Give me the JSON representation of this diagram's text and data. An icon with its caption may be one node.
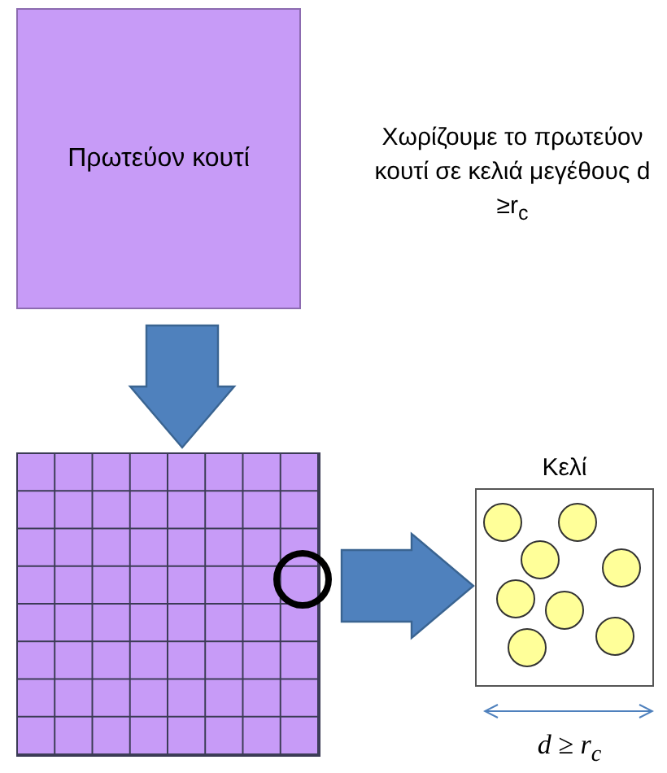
{
  "diagram": {
    "nodes": [
      {
        "text": [
          "Πρωτεύον κουτί"
        ]
      },
      {
        "text": [],
        "shape": "box"
      },
      {
        "text": [
          "Κελί"
        ]
      }
    ],
    "edges": [
      {
        "from": 0,
        "to": 1,
        "arrow": "to"
      },
      {
        "from": 1,
        "to": 2,
        "arrow": "to"
      }
    ],
    "labels": [
      "Χωρίζουμε το πρωτεύον κουτί σε κελιά μεγέθους d ≥r$_{c}$",
      "d ≥ r$_{c}$"
    ]
  }
}
